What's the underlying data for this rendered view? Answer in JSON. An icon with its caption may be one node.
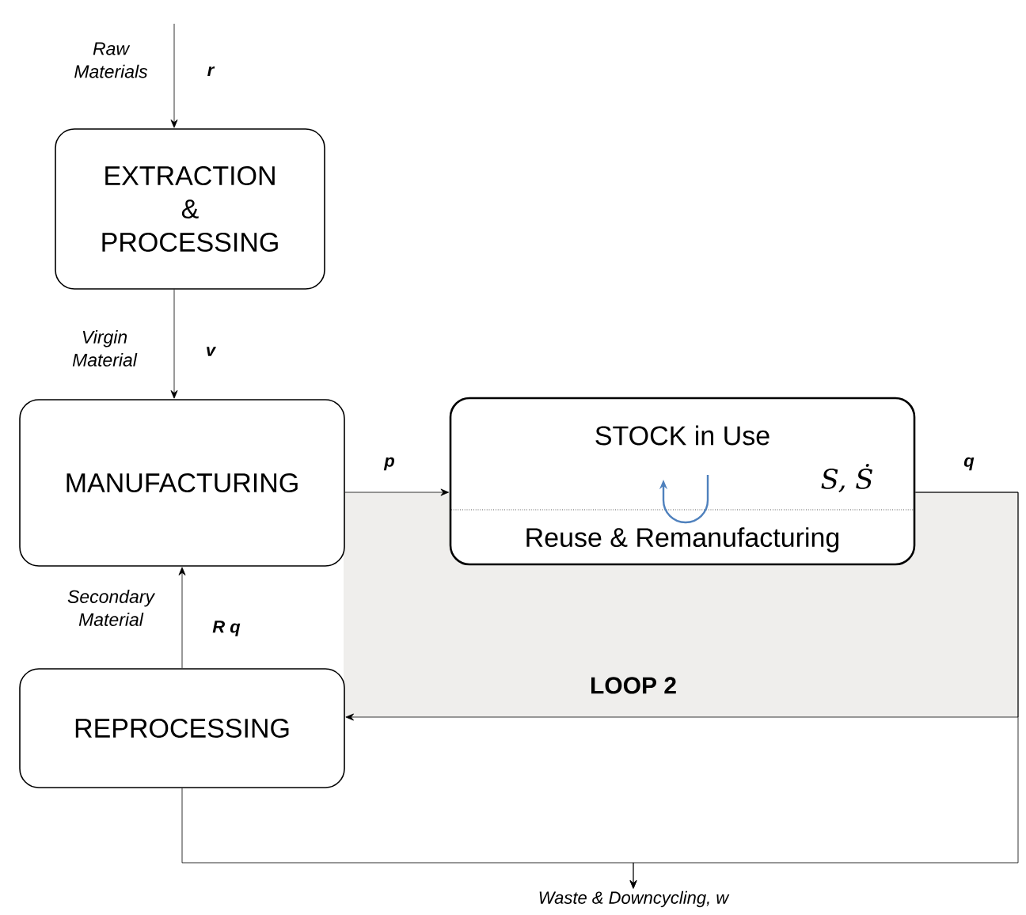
{
  "diagram": {
    "nodes": [
      {
        "text": [
          "EXTRACTION & PROCESSING"
        ]
      },
      {
        "text": [
          "MANUFACTURING"
        ]
      },
      {
        "text": [
          "STOCK in Use",
          "S, Ṡ",
          "Reuse & Remanufacturing"
        ]
      },
      {
        "text": [
          "REPROCESSING"
        ]
      },
      {
        "text": [
          "Waste & Downcycling, w"
        ]
      }
    ],
    "edges": [
      {
        "from": null,
        "to": 0,
        "arrow": "to",
        "label": "r"
      },
      {
        "from": 0,
        "to": 1,
        "arrow": "to",
        "label": "v"
      },
      {
        "from": 1,
        "to": 2,
        "arrow": "to",
        "label": "p"
      },
      {
        "from": 2,
        "to": 3,
        "arrow": "to",
        "label": "q"
      },
      {
        "from": 2,
        "to": 4,
        "arrow": "to"
      },
      {
        "from": 3,
        "to": 4,
        "arrow": "to"
      },
      {
        "from": 3,
        "to": 1,
        "arrow": "to",
        "label": "R q"
      }
    ],
    "labels": [
      "Raw Materials",
      "Virgin Material",
      "Secondary Material",
      "LOOP 2"
    ]
  }
}
